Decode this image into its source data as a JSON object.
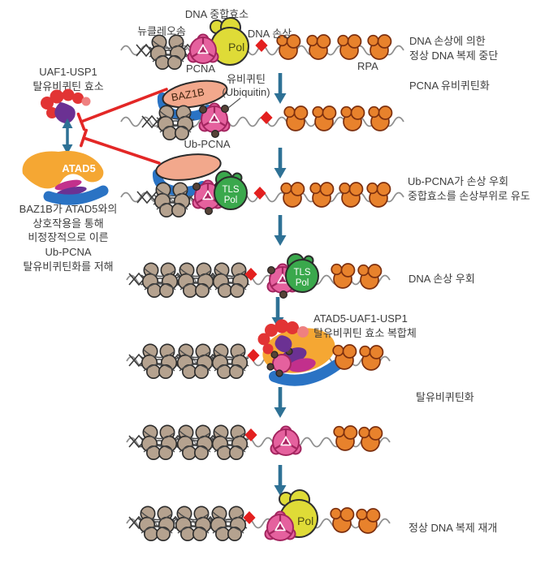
{
  "colors": {
    "nuc": "#b5a28f",
    "rpa": "#e8822c",
    "pcna": "#e5619e",
    "pcnadark": "#a3255f",
    "pol": "#dfdb37",
    "tls": "#3aa84c",
    "salmon": "#f2a88c",
    "blue": "#2a73c4",
    "atad": "#f5a733",
    "red": "#e23434",
    "lightred": "#ef8080",
    "purple": "#6b3193",
    "magenta": "#c2308c",
    "teal": "#2e7195",
    "inhibit": "#e32726",
    "damage": "#e3201f",
    "dna": "#8e8e8e",
    "ubdot": "#564237",
    "text": "#3d3d3d"
  },
  "labels": {
    "dna_pol": "DNA 중합효소",
    "nucleosome": "뉴클레오솜",
    "dna_damage": "DNA 손상",
    "pcna": "PCNA",
    "pol": "Pol",
    "rpa": "RPA",
    "step1": [
      "DNA 손상에 의한",
      "정상 DNA 복제 중단"
    ],
    "step2": "PCNA 유비퀴틴화",
    "ubiquitin": [
      "유비퀴틴",
      "(Ubiquitin)"
    ],
    "baz1b": "BAZ1B",
    "ub_pcna": "Ub-PCNA",
    "step3": [
      "Ub-PCNA가 손상 우회",
      "중합효소를 손상부위로 유도"
    ],
    "tls": [
      "TLS",
      "Pol"
    ],
    "step4": "DNA 손상 우회",
    "complex": [
      "ATAD5-UAF1-USP1",
      "탈유비퀴틴 효소 복합체"
    ],
    "step5": "탈유비퀴틴화",
    "step6": "정상 DNA 복제 재개",
    "uaf1": [
      "UAF1-USP1",
      "탈유비퀴틴 효소"
    ],
    "atad5": "ATAD5",
    "left_note": [
      "BAZ1B가 ATAD5와의",
      "상호작용을 통해",
      "비정장적으로 이른",
      "Ub-PCNA",
      "탈유비퀴틴화를 저해"
    ]
  }
}
